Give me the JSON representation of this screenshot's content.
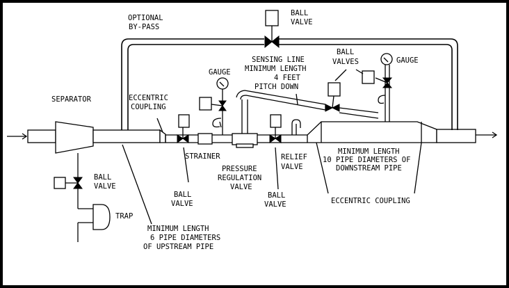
{
  "labels": {
    "optional_bypass_1": "OPTIONAL",
    "optional_bypass_2": "BY-PASS",
    "ball_valve_top_1": "BALL",
    "ball_valve_top_2": "VALVE",
    "separator": "SEPARATOR",
    "sensing_line_1": "SENSING LINE",
    "sensing_line_2": "MINIMUM LENGTH",
    "sensing_line_3": "4 FEET",
    "sensing_line_4": "PITCH DOWN",
    "ball_valves_1": "BALL",
    "ball_valves_2": "VALVES",
    "gauge_left": "GAUGE",
    "gauge_right": "GAUGE",
    "eccentric_coupling_left_1": "ECCENTRIC",
    "eccentric_coupling_left_2": "COUPLING",
    "strainer": "STRAINER",
    "pressure_reg_1": "PRESSURE",
    "pressure_reg_2": "REGULATION",
    "pressure_reg_3": "VALVE",
    "relief_valve_1": "RELIEF",
    "relief_valve_2": "VALVE",
    "min_length_down_1": "MINIMUM LENGTH",
    "min_length_down_2": "10 PIPE DIAMETERS OF",
    "min_length_down_3": "DOWNSTREAM PIPE",
    "ball_valve_sep_1": "BALL",
    "ball_valve_sep_2": "VALVE",
    "trap": "TRAP",
    "ball_valve_strainer_1": "BALL",
    "ball_valve_strainer_2": "VALVE",
    "ball_valve_relief_1": "BALL",
    "ball_valve_relief_2": "VALVE",
    "eccentric_coupling_right": "ECCENTRIC COUPLING",
    "min_length_up_1": "MINIMUM LENGTH",
    "min_length_up_2": "6 PIPE DIAMETERS",
    "min_length_up_3": "OF UPSTREAM PIPE"
  }
}
